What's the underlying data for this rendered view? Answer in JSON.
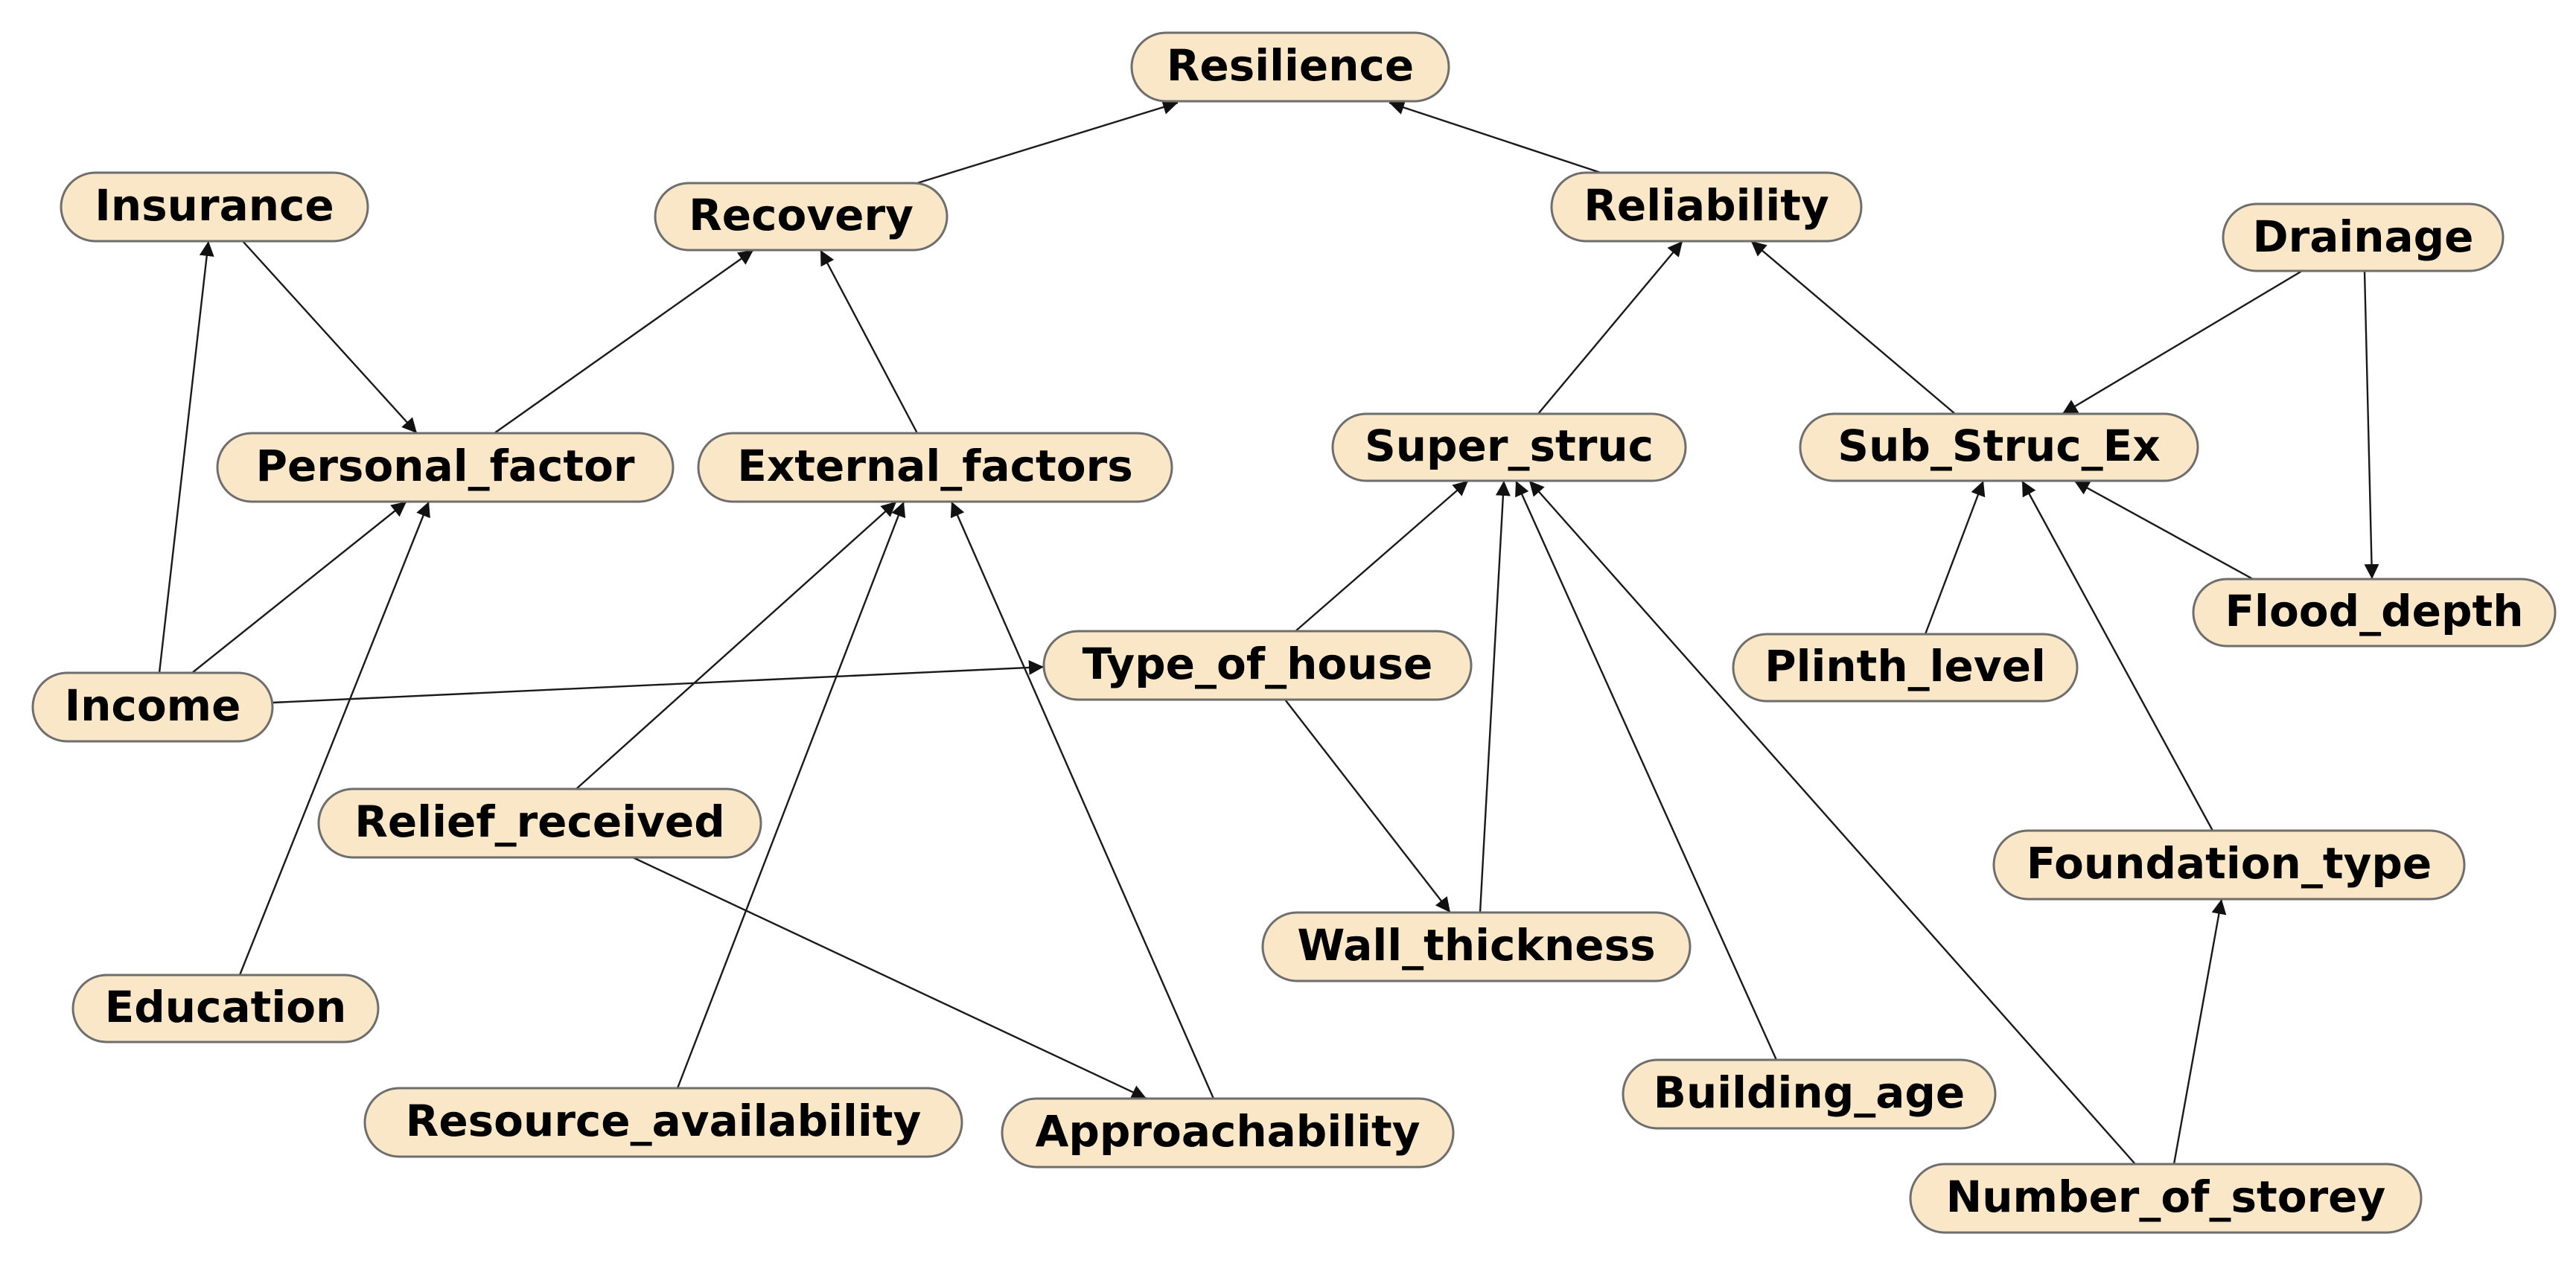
{
  "nodes": {
    "resilience": "Resilience",
    "insurance": "Insurance",
    "recovery": "Recovery",
    "reliability": "Reliability",
    "drainage": "Drainage",
    "personal_factor": "Personal_factor",
    "external_factors": "External_factors",
    "super_struc": "Super_struc",
    "sub_struc_ex": "Sub_Struc_Ex",
    "flood_depth": "Flood_depth",
    "income": "Income",
    "type_of_house": "Type_of_house",
    "plinth_level": "Plinth_level",
    "relief_received": "Relief_received",
    "foundation_type": "Foundation_type",
    "education": "Education",
    "wall_thickness": "Wall_thickness",
    "building_age": "Building_age",
    "resource_availability": "Resource_availability",
    "approachability": "Approachability",
    "number_of_storey": "Number_of_storey"
  },
  "edges": [
    {
      "from": "recovery",
      "to": "resilience"
    },
    {
      "from": "reliability",
      "to": "resilience"
    },
    {
      "from": "insurance",
      "to": "personal_factor"
    },
    {
      "from": "income",
      "to": "insurance"
    },
    {
      "from": "income",
      "to": "personal_factor"
    },
    {
      "from": "income",
      "to": "type_of_house"
    },
    {
      "from": "education",
      "to": "personal_factor"
    },
    {
      "from": "personal_factor",
      "to": "recovery"
    },
    {
      "from": "external_factors",
      "to": "recovery"
    },
    {
      "from": "relief_received",
      "to": "external_factors"
    },
    {
      "from": "relief_received",
      "to": "approachability"
    },
    {
      "from": "resource_availability",
      "to": "external_factors"
    },
    {
      "from": "approachability",
      "to": "external_factors"
    },
    {
      "from": "super_struc",
      "to": "reliability"
    },
    {
      "from": "sub_struc_ex",
      "to": "reliability"
    },
    {
      "from": "type_of_house",
      "to": "super_struc"
    },
    {
      "from": "type_of_house",
      "to": "wall_thickness"
    },
    {
      "from": "wall_thickness",
      "to": "super_struc"
    },
    {
      "from": "building_age",
      "to": "super_struc"
    },
    {
      "from": "number_of_storey",
      "to": "super_struc"
    },
    {
      "from": "number_of_storey",
      "to": "foundation_type"
    },
    {
      "from": "drainage",
      "to": "sub_struc_ex"
    },
    {
      "from": "drainage",
      "to": "flood_depth"
    },
    {
      "from": "flood_depth",
      "to": "sub_struc_ex"
    },
    {
      "from": "plinth_level",
      "to": "sub_struc_ex"
    },
    {
      "from": "foundation_type",
      "to": "sub_struc_ex"
    }
  ]
}
